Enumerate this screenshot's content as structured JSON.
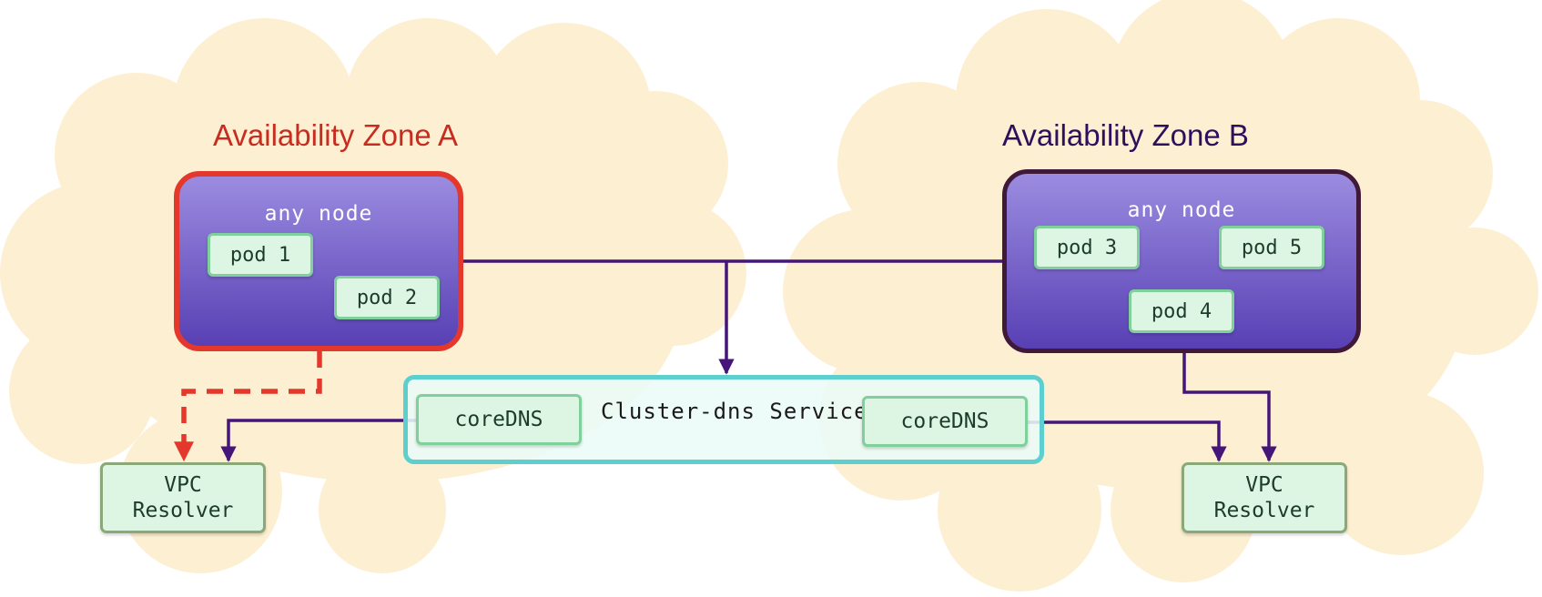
{
  "zones": {
    "a": {
      "title": "Availability Zone A",
      "node_label": "any node",
      "pods": [
        "pod 1",
        "pod 2"
      ],
      "accent_color": "#e4382c"
    },
    "b": {
      "title": "Availability Zone B",
      "node_label": "any node",
      "pods": [
        "pod 3",
        "pod 5",
        "pod 4"
      ],
      "accent_color": "#401838"
    }
  },
  "service": {
    "label": "Cluster-dns Service",
    "members": [
      "coreDNS",
      "coreDNS"
    ]
  },
  "resolvers": {
    "a": {
      "line1": "VPC",
      "line2": "Resolver"
    },
    "b": {
      "line1": "VPC",
      "line2": "Resolver"
    }
  },
  "colors": {
    "cloud": "#fdefd1",
    "node_gradient_top": "#9b8ce0",
    "node_gradient_bottom": "#5840b4",
    "pod_fill": "#ddf6e3",
    "pod_border": "#7fd09a",
    "service_border": "#5dcfcf",
    "arrow_primary": "#45157a",
    "arrow_failed": "#e4382c"
  }
}
